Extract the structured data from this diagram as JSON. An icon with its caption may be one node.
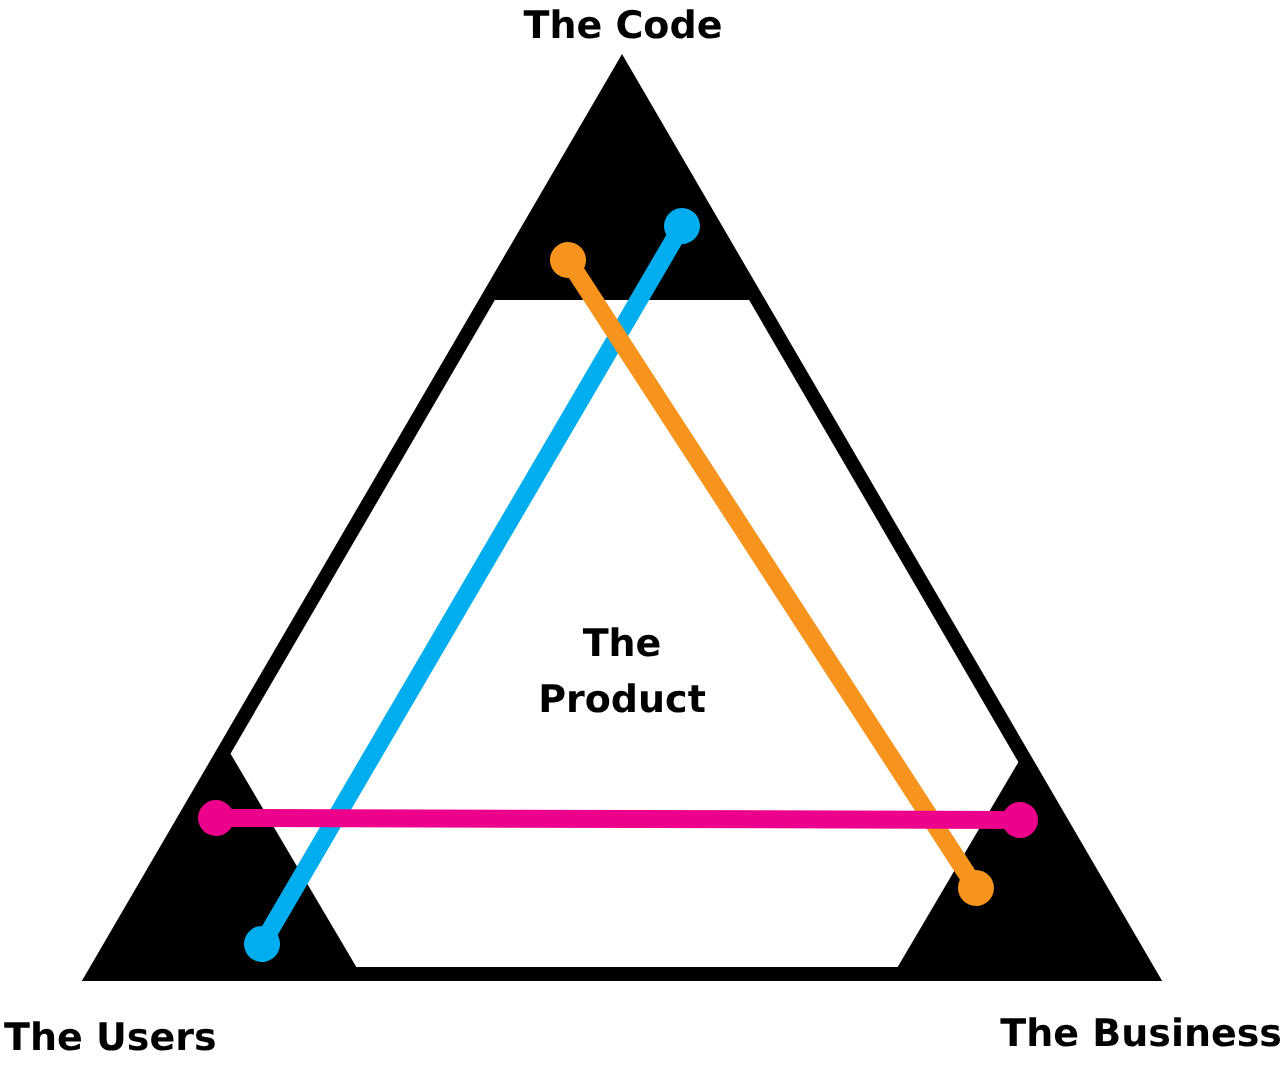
{
  "diagram": {
    "nodes": [
      {
        "text": [
          "The Code"
        ]
      },
      {
        "text": [
          "The Users"
        ]
      },
      {
        "text": [
          "The Business"
        ]
      },
      {
        "text": [
          "The Product"
        ]
      }
    ],
    "edges": [
      {
        "from": 1,
        "to": 0,
        "arrow": "other",
        "color": "#00aeef"
      },
      {
        "from": 0,
        "to": 2,
        "arrow": "other",
        "color": "#f7941d"
      },
      {
        "from": 1,
        "to": 2,
        "arrow": "other",
        "color": "#ec008c"
      }
    ]
  }
}
